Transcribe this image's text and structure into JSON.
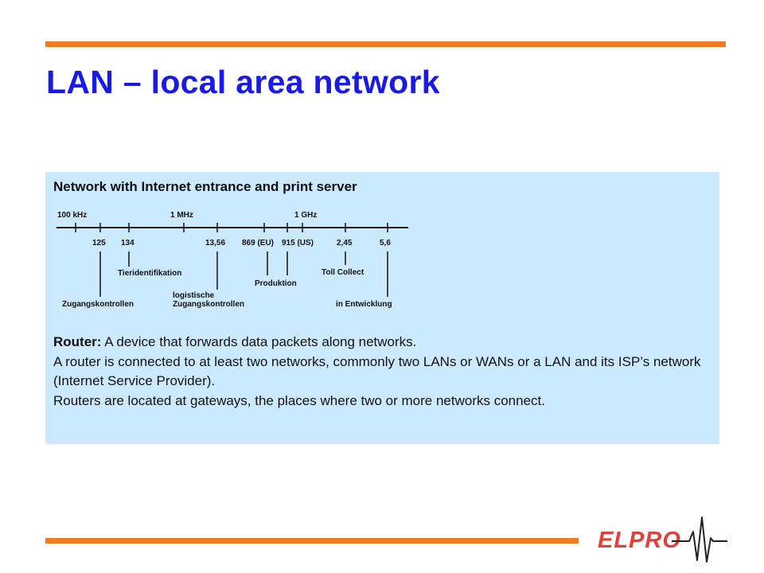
{
  "slide": {
    "title": "LAN – local area network",
    "panel_heading": "Network with Internet entrance and print server"
  },
  "diagram": {
    "top_labels": [
      "100 kHz",
      "1 MHz",
      "1 GHz"
    ],
    "tick_labels": [
      "125",
      "134",
      "13,56",
      "869 (EU)",
      "915 (US)",
      "2,45",
      "5,6"
    ],
    "callouts": {
      "zugang": "Zugangskontrollen",
      "tier": "Tieridentifikation",
      "logistik_1": "logistische",
      "logistik_2": "Zugangskontrollen",
      "produktion": "Produktion",
      "toll": "Toll Collect",
      "entwicklung": "in Entwicklung"
    }
  },
  "text": {
    "router_label": "Router:",
    "router_def": " A device that forwards data packets along networks.",
    "line2": "A router is connected to at least two networks, commonly two LANs or WANs or a LAN and its ISP’s network (Internet Service Provider).",
    "line3": "Routers are located at gateways, the places where two or more networks connect."
  },
  "logo": {
    "text": "ELPRO"
  },
  "colors": {
    "accent": "#f47a20",
    "title": "#1a1ae6",
    "panel": "#cceaff",
    "logo_red": "#e2403a"
  }
}
